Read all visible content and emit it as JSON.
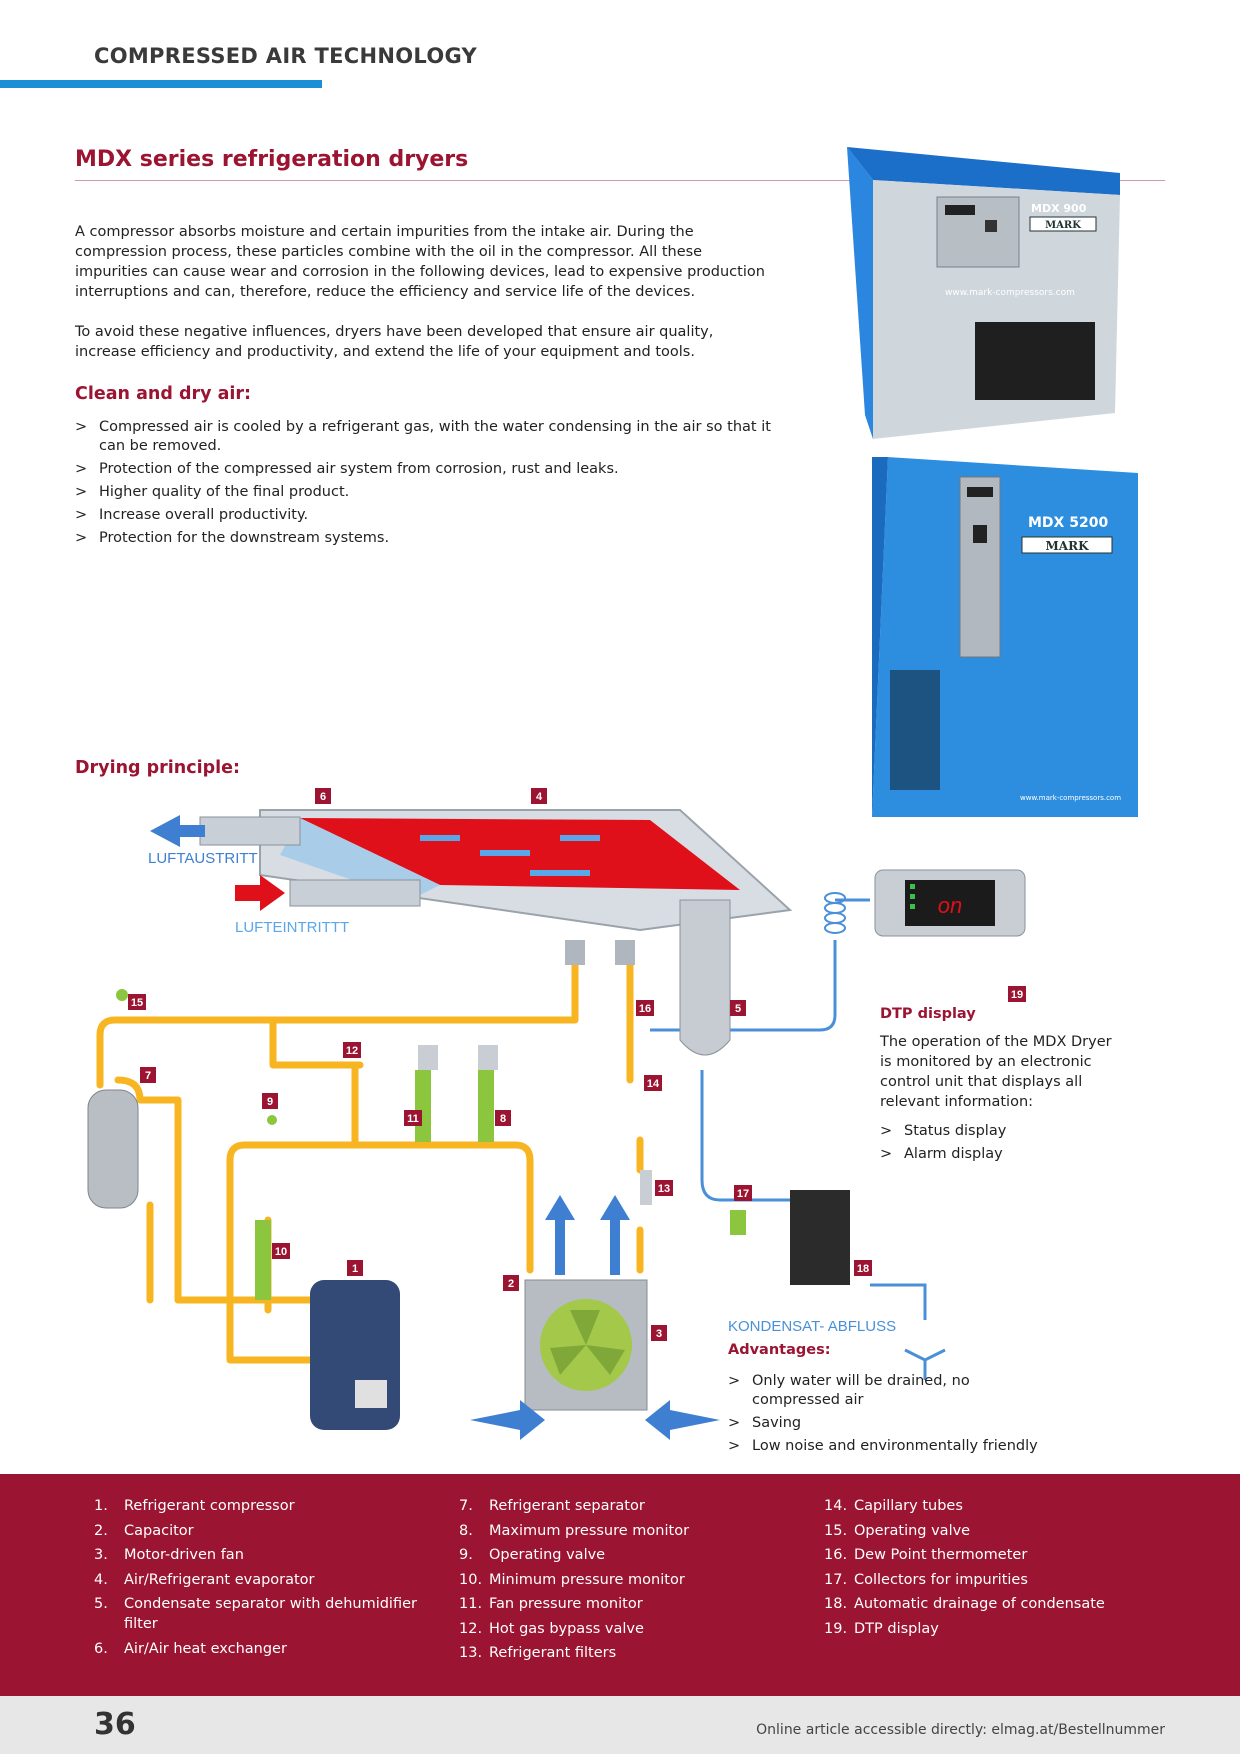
{
  "header": {
    "section_title": "COMPRESSED AIR TECHNOLOGY",
    "accent_color": "#1b8fd6"
  },
  "article": {
    "title": "MDX series refrigeration dryers",
    "paragraphs": [
      "A compressor absorbs moisture and certain impurities from the intake air. During the compression process, these particles combine with the oil in the compressor. All these impurities can cause wear and corrosion in the following devices, lead to expensive production interruptions and can, therefore, reduce the efficiency and service life of the devices.",
      "To avoid these negative influences, dryers have been developed that ensure air quality, increase efficiency and productivity, and extend the life of your equipment and tools."
    ],
    "clean_heading": "Clean and dry air:",
    "bullet_marker": ">",
    "clean_items": [
      "Compressed air is cooled by a refrigerant gas, with the water condensing in the air so that it can be removed.",
      "Protection of the compressed air system from corrosion, rust and leaks.",
      "Higher quality of the final product.",
      "Increase overall productivity.",
      "Protection for the downstream systems."
    ],
    "drying_heading": "Drying principle:"
  },
  "products": {
    "unit_small": {
      "model": "MDX 900",
      "brand": "MARK",
      "url": "www.mark-compressors.com"
    },
    "unit_large": {
      "model": "MDX 5200",
      "brand": "MARK",
      "url": "www.mark-compressors.com"
    }
  },
  "diagram": {
    "label_outlet": "LUFTAUSTRITT",
    "label_inlet": "LUFTEINTRITTT",
    "label_drain": "KONDENSAT- ABFLUSS",
    "display_reading": "on",
    "badges": [
      "1",
      "2",
      "3",
      "4",
      "5",
      "6",
      "7",
      "8",
      "9",
      "10",
      "11",
      "12",
      "13",
      "14",
      "15",
      "16",
      "17",
      "18",
      "19"
    ],
    "colors": {
      "badge": "#9b1432",
      "refrigerant": "#f7b621",
      "water": "#4a90d9",
      "evaporator": "#e0101a"
    }
  },
  "dtp": {
    "heading": "DTP display",
    "text": "The operation of the MDX Dryer is monitored by an electronic control unit that displays all relevant information:",
    "items": [
      "Status display",
      "Alarm display"
    ]
  },
  "advantages": {
    "heading": "Advantages:",
    "items": [
      "Only water will be drained, no compressed air",
      "Saving",
      "Low noise and environmentally friendly"
    ]
  },
  "legend": {
    "col1": [
      {
        "num": "1.",
        "text": "Refrigerant compressor"
      },
      {
        "num": "2.",
        "text": "Capacitor"
      },
      {
        "num": "3.",
        "text": "Motor-driven fan"
      },
      {
        "num": "4.",
        "text": "Air/Refrigerant evaporator"
      },
      {
        "num": "5.",
        "text": "Condensate separator with dehumidifier filter"
      },
      {
        "num": "6.",
        "text": "Air/Air heat exchanger"
      }
    ],
    "col2": [
      {
        "num": "7.",
        "text": "Refrigerant separator"
      },
      {
        "num": "8.",
        "text": "Maximum pressure monitor"
      },
      {
        "num": "9.",
        "text": "Operating valve"
      },
      {
        "num": "10.",
        "text": "Minimum pressure monitor"
      },
      {
        "num": "11.",
        "text": "Fan pressure monitor"
      },
      {
        "num": "12.",
        "text": "Hot gas bypass valve"
      },
      {
        "num": "13.",
        "text": "Refrigerant filters"
      }
    ],
    "col3": [
      {
        "num": "14.",
        "text": "Capillary tubes"
      },
      {
        "num": "15.",
        "text": "Operating valve"
      },
      {
        "num": "16.",
        "text": "Dew Point thermometer"
      },
      {
        "num": "17.",
        "text": "Collectors for impurities"
      },
      {
        "num": "18.",
        "text": "Automatic drainage of condensate"
      },
      {
        "num": "19.",
        "text": "DTP display"
      }
    ]
  },
  "footer": {
    "page_number": "36",
    "note": "Online article accessible directly: elmag.at/Bestellnummer"
  }
}
